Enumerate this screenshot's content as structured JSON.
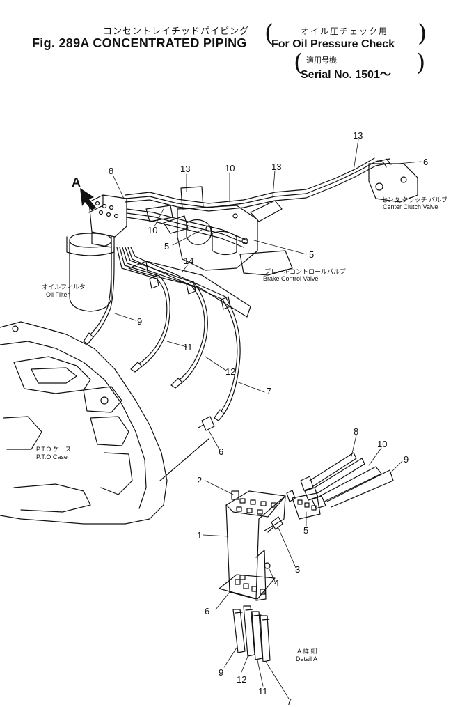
{
  "header": {
    "title_jp": "コンセントレイチッドパイピング",
    "title_en": "Fig. 289A CONCENTRATED PIPING",
    "note_jp": "オイル圧チェック用",
    "note_en": "For Oil Pressure Check",
    "serial_jp": "適用号機",
    "serial_en": "Serial No. 1501～"
  },
  "view_marker": "A",
  "components": {
    "oil_filter_jp": "オイルフィルタ",
    "oil_filter_en": "Oil Filter",
    "center_clutch_jp": "センタ クラッチ バルブ",
    "center_clutch_en": "Center Clutch Valve",
    "brake_control_jp": "ブレーキコントロールバルブ",
    "brake_control_en": "Brake Control Valve",
    "pto_jp": "P.T.O ケース",
    "pto_en": "P.T.O Case",
    "detail_jp": "A 詳 細",
    "detail_en": "Detail A"
  },
  "callouts": {
    "c8_top": "8",
    "c13_left": "13",
    "c10_top": "10",
    "c13_mid": "13",
    "c13_right": "13",
    "c6_right": "6",
    "c10_left": "10",
    "c5_left": "5",
    "c5_right": "5",
    "c14": "14",
    "c9_upper": "9",
    "c11_upper": "11",
    "c12_upper": "12",
    "c7_upper": "7",
    "c6_mid": "6",
    "c8_detail": "8",
    "c10_detail": "10",
    "c9_detail": "9",
    "c2": "2",
    "c1": "1",
    "c5_detail": "5",
    "c3": "3",
    "c4": "4",
    "c6_detail": "6",
    "c9_bottom": "9",
    "c12_bottom": "12",
    "c11_bottom": "11",
    "c7_bottom": "7"
  }
}
